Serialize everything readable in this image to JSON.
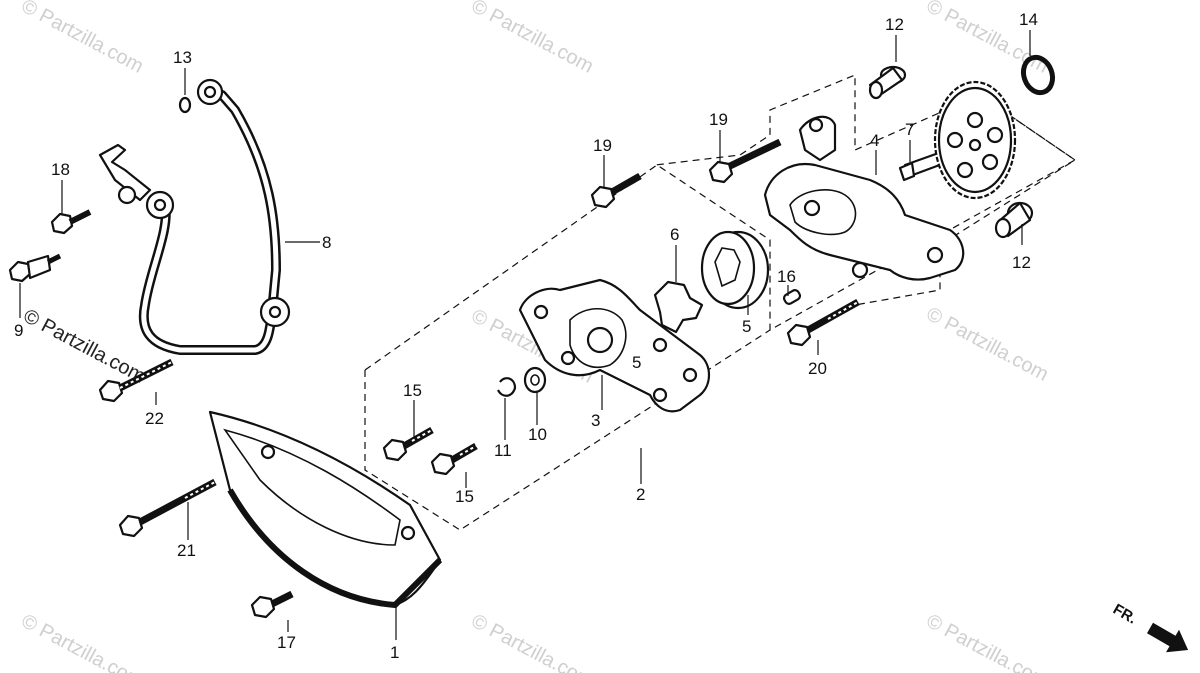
{
  "watermark": {
    "text": "© Partzilla.com",
    "text_visible": "© Partzilla.com"
  },
  "direction_marker": {
    "text": "FR."
  },
  "callouts": [
    {
      "id": "c1",
      "label": "1"
    },
    {
      "id": "c2",
      "label": "2"
    },
    {
      "id": "c3",
      "label": "3"
    },
    {
      "id": "c4",
      "label": "4"
    },
    {
      "id": "c5",
      "label": "5"
    },
    {
      "id": "c5b",
      "label": "5"
    },
    {
      "id": "c6",
      "label": "6"
    },
    {
      "id": "c7",
      "label": "7"
    },
    {
      "id": "c8",
      "label": "8"
    },
    {
      "id": "c9",
      "label": "9"
    },
    {
      "id": "c10",
      "label": "10"
    },
    {
      "id": "c11",
      "label": "11"
    },
    {
      "id": "c12a",
      "label": "12"
    },
    {
      "id": "c12b",
      "label": "12"
    },
    {
      "id": "c13",
      "label": "13"
    },
    {
      "id": "c14",
      "label": "14"
    },
    {
      "id": "c15a",
      "label": "15"
    },
    {
      "id": "c15b",
      "label": "15"
    },
    {
      "id": "c16",
      "label": "16"
    },
    {
      "id": "c17",
      "label": "17"
    },
    {
      "id": "c18",
      "label": "18"
    },
    {
      "id": "c19a",
      "label": "19"
    },
    {
      "id": "c19b",
      "label": "19"
    },
    {
      "id": "c20",
      "label": "20"
    },
    {
      "id": "c21",
      "label": "21"
    },
    {
      "id": "c22",
      "label": "22"
    }
  ]
}
